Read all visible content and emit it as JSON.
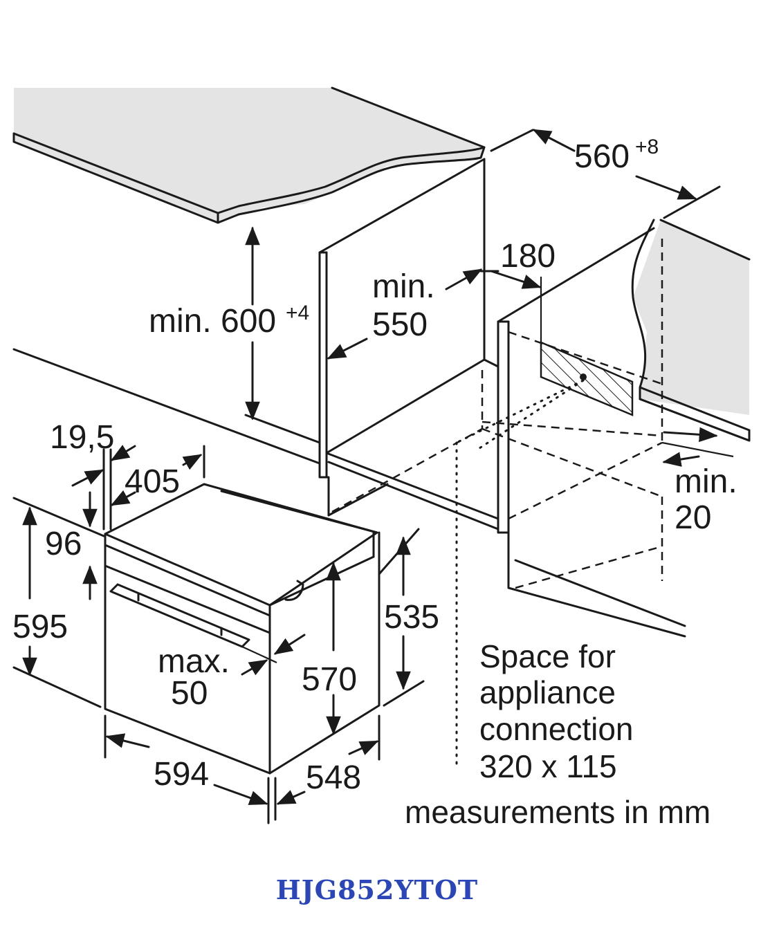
{
  "labels": {
    "width_cutout": "560",
    "width_cutout_tol": "+8",
    "height_min": "min. 600",
    "height_min_tol": "+4",
    "depth_min_a": "min.",
    "depth_min_b": "550",
    "rear_gap": "180",
    "side_min_a": "min.",
    "side_min_b": "20",
    "frame_offset": "19,5",
    "top_depth": "405",
    "top_height": "96",
    "total_height": "595",
    "max_a": "max.",
    "max_b": "50",
    "inner_height": "570",
    "side_height": "535",
    "width": "594",
    "depth": "548"
  },
  "notes": {
    "space_line1": "Space for",
    "space_line2": "appliance",
    "space_line3": "connection",
    "space_line4": "320 x 115",
    "units": "measurements in mm"
  },
  "footer": {
    "model": "HJG852YTOT"
  },
  "colors": {
    "line": "#1a1a1a",
    "countertop": "#e4e4e4",
    "model_text": "#2a46b8"
  }
}
